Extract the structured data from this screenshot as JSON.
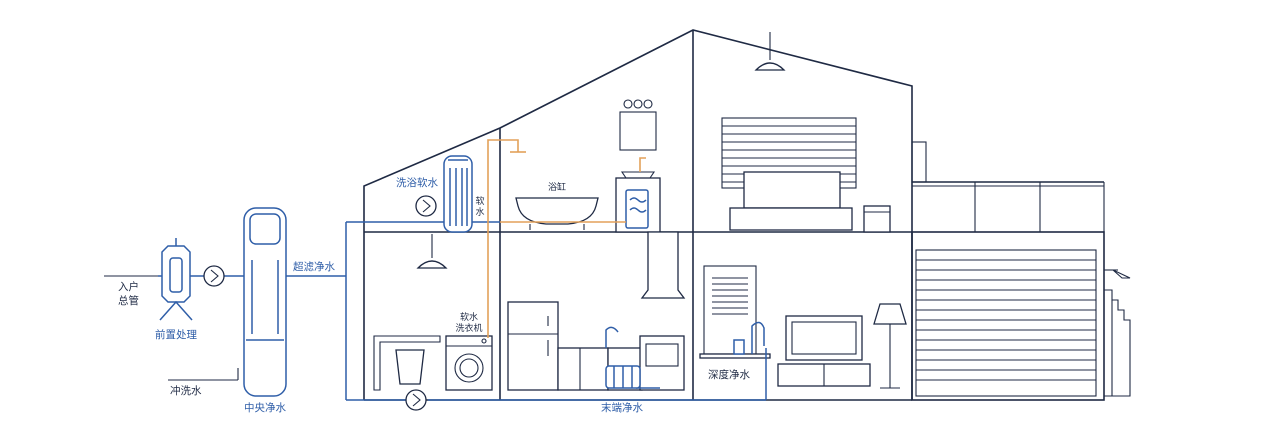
{
  "colors": {
    "outline": "#1f2a44",
    "water_line": "#2f5ea8",
    "hot_line": "#e3a15a",
    "background": "#ffffff"
  },
  "labels": {
    "inlet": [
      "入户",
      "总管"
    ],
    "pre_treatment": "前置处理",
    "ultrafiltration": "超滤净水",
    "backwash": "冲洗水",
    "central_purifier": "中央净水",
    "bath_soft_water": "洗浴软水",
    "soft_water_vertical": [
      "软",
      "水"
    ],
    "bathtub": "浴缸",
    "soft_water_washer": [
      "软水",
      "洗衣机"
    ],
    "deep_purification": "深度净水",
    "terminal_purification": "末端净水"
  },
  "icons": [
    "pump-icon",
    "pump-icon",
    "pump-icon"
  ]
}
